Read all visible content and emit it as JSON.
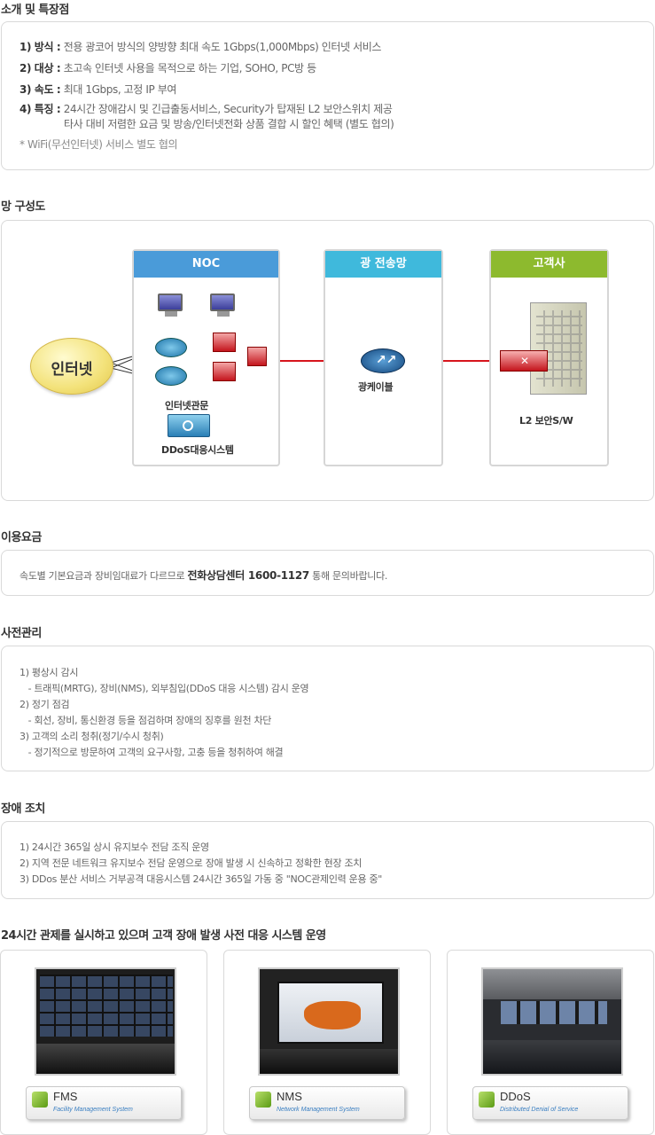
{
  "intro": {
    "title": "소개 및 특장점",
    "items": [
      {
        "label": "1) 방식 :",
        "text": "전용 광코어 방식의 양방향 최대 속도 1Gbps(1,000Mbps) 인터넷 서비스"
      },
      {
        "label": "2) 대상 :",
        "text": "초고속 인터넷 사용을 목적으로 하는 기업, SOHO, PC방 등"
      },
      {
        "label": "3) 속도 :",
        "text": "최대 1Gbps, 고정 IP 부여"
      },
      {
        "label": "4) 특징 :",
        "text": "24시간 장애감시 및 긴급출동서비스, Security가 탑재된 L2 보안스위치 제공"
      },
      {
        "label": "",
        "text": "타사 대비 저렴한 요금 및 방송/인터넷전화 상품 결합 시 할인 혜택 (별도 협의)"
      }
    ],
    "note": "* WiFi(무선인터넷) 서비스 별도 협의"
  },
  "network": {
    "title": "망 구성도",
    "internet": "인터넷",
    "noc": {
      "header": "NOC",
      "color": "#4a9bd9",
      "gateway_label": "인터넷관문",
      "ddos_label": "DDoS대응시스템"
    },
    "transport": {
      "header": "광 전송망",
      "color": "#3fb9dc",
      "cable_label": "광케이블"
    },
    "customer": {
      "header": "고객사",
      "color": "#8dba2e",
      "switch_label": "L2 보안S/W"
    },
    "link_color": "#d7141c"
  },
  "pricing": {
    "title": "이용요금",
    "text_before": "속도별 기본요금과 장비임대료가 다르므로 ",
    "highlight": "전화상담센터 1600-1127",
    "text_after": " 통해 문의바랍니다."
  },
  "prevention": {
    "title": "사전관리",
    "lines": [
      "1) 평상시 감시",
      "   - 트래픽(MRTG), 장비(NMS), 외부침입(DDoS 대응 시스템) 감시 운영",
      "2) 정기 점검",
      "   - 회선, 장비, 통신환경 등을 점검하며 장애의 징후를 원천 차단",
      "3) 고객의 소리 청취(정기/수시 청취)",
      "   - 정기적으로 방문하여 고객의 요구사항, 고충 등을 청취하여 해결"
    ]
  },
  "failure": {
    "title": "장애 조치",
    "lines": [
      "1) 24시간 365일 상시 유지보수 전담 조직 운영",
      "2) 지역 전문 네트워크 유지보수 전담 운영으로 장애 발생 시 신속하고 정확한 현장 조치",
      "3) DDos 분산 서비스 거부공격 대응시스템 24시간 365일 가동 중 \"NOC관제인력 운용 중\""
    ]
  },
  "monitoring": {
    "title": "24시간 관제를 실시하고 있으며 고객 장애 발생 사전 대응 시스템 운영",
    "cards": [
      {
        "name": "FMS",
        "desc": "Facility Management System"
      },
      {
        "name": "NMS",
        "desc": "Network Management System"
      },
      {
        "name": "DDoS",
        "desc": "Distributed Denial of Service"
      }
    ]
  }
}
